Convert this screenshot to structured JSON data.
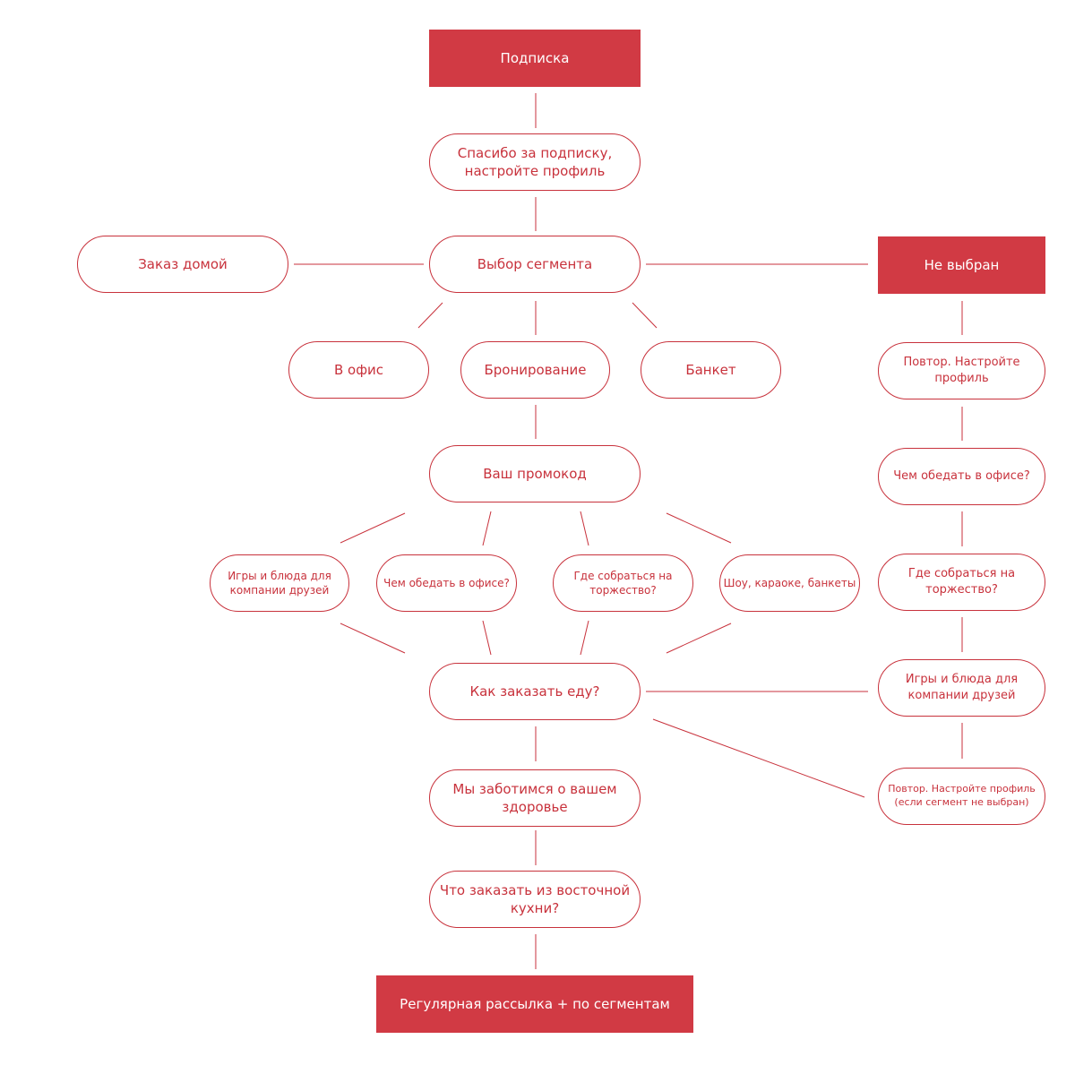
{
  "nodes": {
    "subscription": "Подписка",
    "thanks": "Спасибо за подписку, настройте профиль",
    "segment_choice": "Выбор сегмента",
    "home_order": "Заказ домой",
    "not_chosen": "Не выбран",
    "to_office": "В офис",
    "booking": "Бронирование",
    "banquet": "Банкет",
    "promo_code": "Ваш промокод",
    "games_dishes_left": "Игры и блюда для компании друзей",
    "lunch_office_mid": "Чем обедать в офисе?",
    "where_gather_mid": "Где собраться на торжество?",
    "shows": "Шоу, караоке, банкеты",
    "how_order": "Как заказать еду?",
    "health": "Мы заботимся о вашем здоровье",
    "eastern": "Что заказать из восточной кухни?",
    "regular": "Регулярная рассылка + по сегментам",
    "repeat_profile": "Повтор. Настройте профиль",
    "lunch_office_right": "Чем обедать в офисе?",
    "where_gather_right": "Где собраться на торжество?",
    "games_dishes_right": "Игры и блюда для компании друзей",
    "repeat_profile_final": "Повтор. Настройте профиль (если сегмент не выбран)"
  },
  "colors": {
    "accent": "#d13a44",
    "line": "#c8323c",
    "background": "#ffffff"
  }
}
